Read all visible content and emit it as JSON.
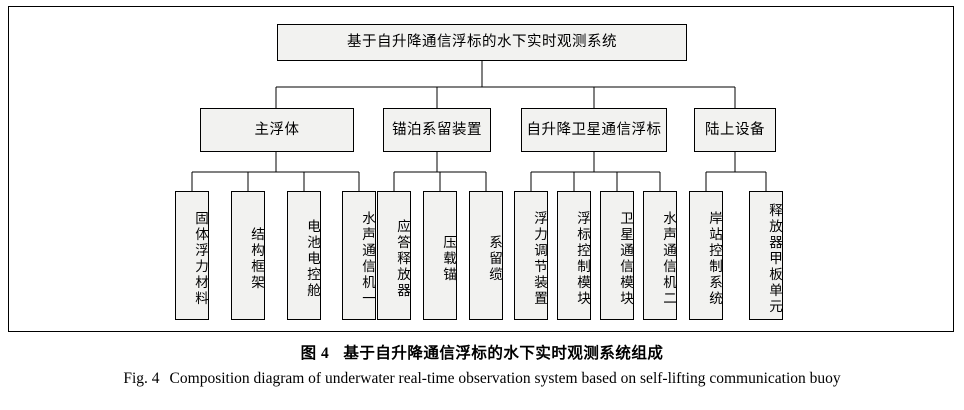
{
  "diagram": {
    "root": {
      "label": "基于自升降通信浮标的水下实时观测系统"
    },
    "branches": [
      {
        "label": "主浮体",
        "children": [
          {
            "label": "固体浮力材料"
          },
          {
            "label": "结构框架"
          },
          {
            "label": "电池电控舱"
          },
          {
            "label": "水声通信机一"
          }
        ]
      },
      {
        "label": "锚泊系留装置",
        "children": [
          {
            "label": "应答释放器"
          },
          {
            "label": "压载锚"
          },
          {
            "label": "系留缆"
          }
        ]
      },
      {
        "label": "自升降卫星通信浮标",
        "children": [
          {
            "label": "浮力调节装置"
          },
          {
            "label": "浮标控制模块"
          },
          {
            "label": "卫星通信模块"
          },
          {
            "label": "水声通信机二"
          }
        ]
      },
      {
        "label": "陆上设备",
        "children": [
          {
            "label": "岸站控制系统"
          },
          {
            "label": "释放器甲板单元"
          }
        ]
      }
    ]
  },
  "caption": {
    "cn_number": "图 4",
    "cn_text": "基于自升降通信浮标的水下实时观测系统组成",
    "en_number": "Fig. 4",
    "en_text": "Composition diagram of underwater real-time observation system based on self-lifting communication buoy"
  },
  "colors": {
    "node_fill": "#f2f2f0",
    "line": "#000000",
    "background": "#ffffff"
  }
}
